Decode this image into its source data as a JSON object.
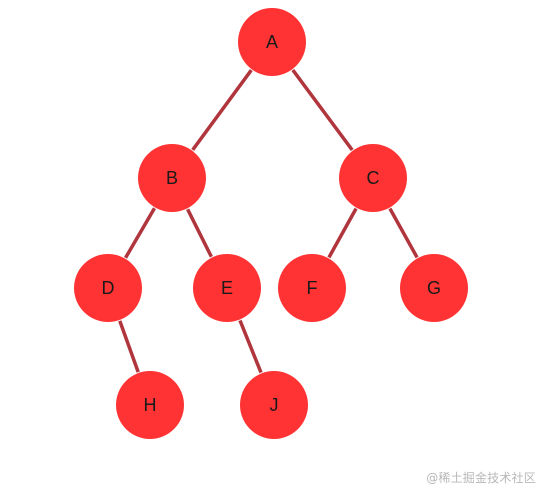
{
  "diagram": {
    "type": "binary-tree",
    "node_color": "#ff3333",
    "edge_color": "#b0353d",
    "nodes": [
      {
        "id": "A",
        "label": "A"
      },
      {
        "id": "B",
        "label": "B"
      },
      {
        "id": "C",
        "label": "C"
      },
      {
        "id": "D",
        "label": "D"
      },
      {
        "id": "E",
        "label": "E"
      },
      {
        "id": "F",
        "label": "F"
      },
      {
        "id": "G",
        "label": "G"
      },
      {
        "id": "H",
        "label": "H"
      },
      {
        "id": "J",
        "label": "J"
      }
    ],
    "edges": [
      {
        "from": "A",
        "to": "B"
      },
      {
        "from": "A",
        "to": "C"
      },
      {
        "from": "B",
        "to": "D"
      },
      {
        "from": "B",
        "to": "E"
      },
      {
        "from": "C",
        "to": "F"
      },
      {
        "from": "C",
        "to": "G"
      },
      {
        "from": "D",
        "to": "H"
      },
      {
        "from": "E",
        "to": "J"
      }
    ]
  },
  "watermark": {
    "text": "@稀土掘金技术社区"
  }
}
